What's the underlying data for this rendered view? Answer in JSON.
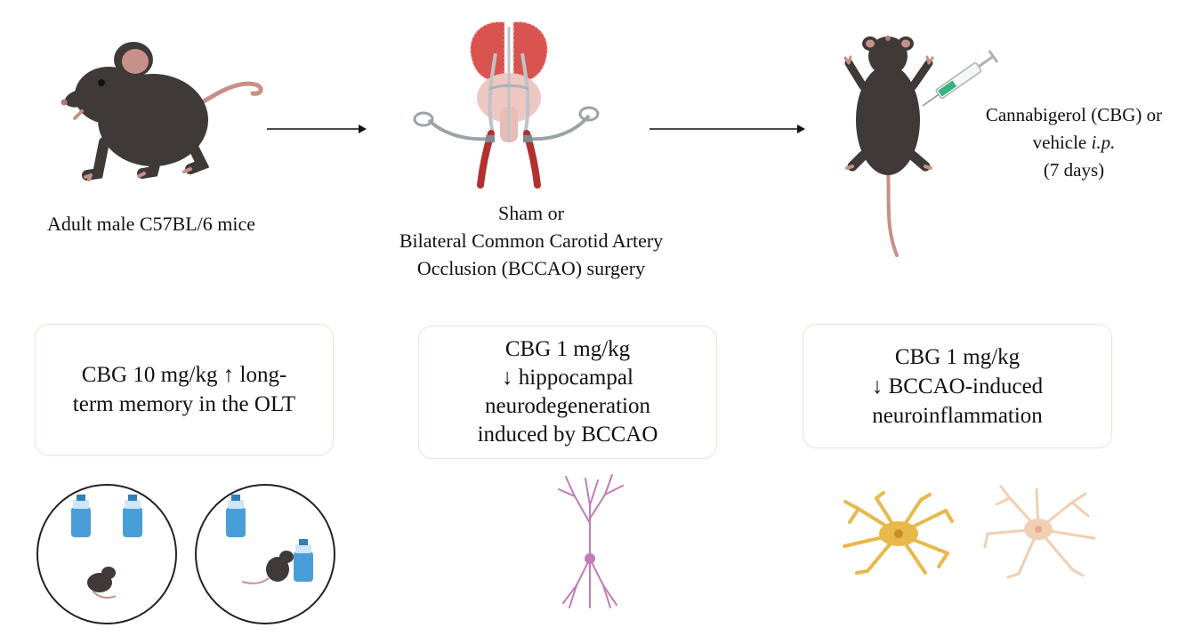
{
  "steps": [
    {
      "caption": [
        "Adult male C57BL/6 mice"
      ]
    },
    {
      "caption": [
        "Sham or",
        "Bilateral Common Carotid Artery",
        "Occlusion (BCCAO) surgery"
      ]
    },
    {
      "caption_lines": {
        "l1": "Cannabigerol (CBG) or",
        "l2a": "vehicle ",
        "l2b": "i.p.",
        "l3": "(7 days)"
      }
    }
  ],
  "results": [
    {
      "lines": [
        "CBG 10 mg/kg ↑ long-",
        "term memory in the OLT"
      ]
    },
    {
      "lines": [
        "CBG 1 mg/kg",
        "↓ hippocampal",
        "neurodegeneration",
        "induced by BCCAO"
      ]
    },
    {
      "lines": [
        "CBG 1 mg/kg",
        "↓ BCCAO-induced",
        "neuroinflammation"
      ]
    }
  ],
  "icons": [
    "mouse-icon",
    "brain-carotid-icon",
    "mouse-injection-icon",
    "object-location-test-icon",
    "neuron-icon",
    "astrocyte-icon"
  ],
  "colors": {
    "mouse": "#3f3a38",
    "ear": "#c8908a",
    "brain": "#d9534f",
    "artery": "#b3302e",
    "neuron": "#c27bb8",
    "astrocyte_active": "#e8b94a",
    "astrocyte_rest": "#f1cfb3",
    "bottle": "#4a9ed8",
    "box_border": "#e3ead6"
  }
}
